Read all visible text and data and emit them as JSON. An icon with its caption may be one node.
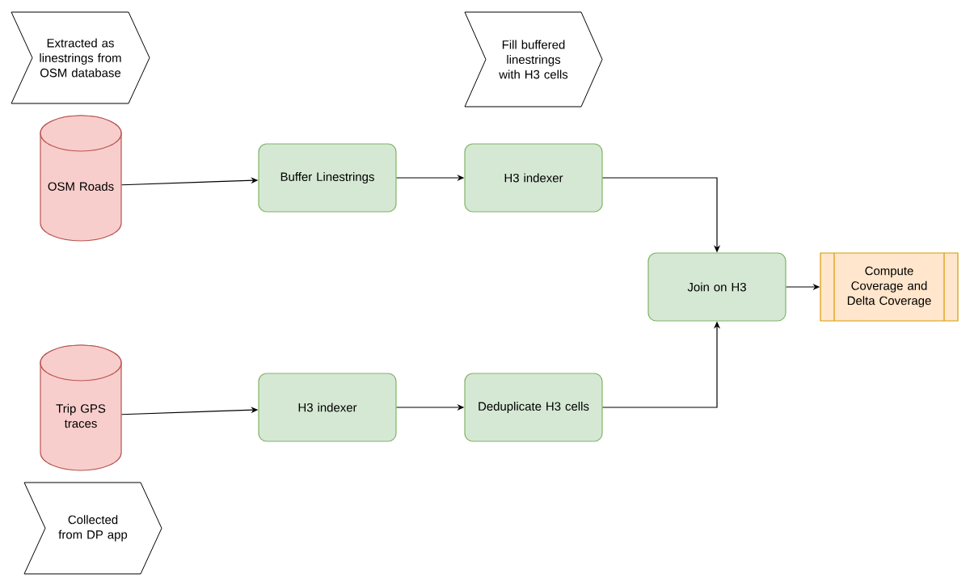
{
  "diagram": {
    "nodes": [
      {
        "text": [
          "Extracted as linestrings from OSM database"
        ]
      },
      {
        "text": [
          "OSM Roads"
        ]
      },
      {
        "text": [
          "Buffer Linestrings"
        ]
      },
      {
        "text": [
          "Fill buffered linestrings with H3 cells"
        ]
      },
      {
        "text": [
          "H3 indexer"
        ]
      },
      {
        "text": [
          "Join on H3"
        ]
      },
      {
        "text": [
          "Compute Coverage and Delta Coverage"
        ]
      },
      {
        "text": [
          "Trip GPS traces"
        ]
      },
      {
        "text": [
          "H3 indexer"
        ]
      },
      {
        "text": [
          "Deduplicate H3 cells"
        ]
      },
      {
        "text": [
          "Collected from DP app"
        ]
      }
    ],
    "edges": [
      {
        "from": 1,
        "to": 2,
        "arrow": "to"
      },
      {
        "from": 2,
        "to": 4,
        "arrow": "to"
      },
      {
        "from": 4,
        "to": 5,
        "arrow": "to"
      },
      {
        "from": 5,
        "to": 6,
        "arrow": "to"
      },
      {
        "from": 7,
        "to": 8,
        "arrow": "to"
      },
      {
        "from": 8,
        "to": 9,
        "arrow": "to"
      },
      {
        "from": 9,
        "to": 5,
        "arrow": "to"
      }
    ]
  }
}
